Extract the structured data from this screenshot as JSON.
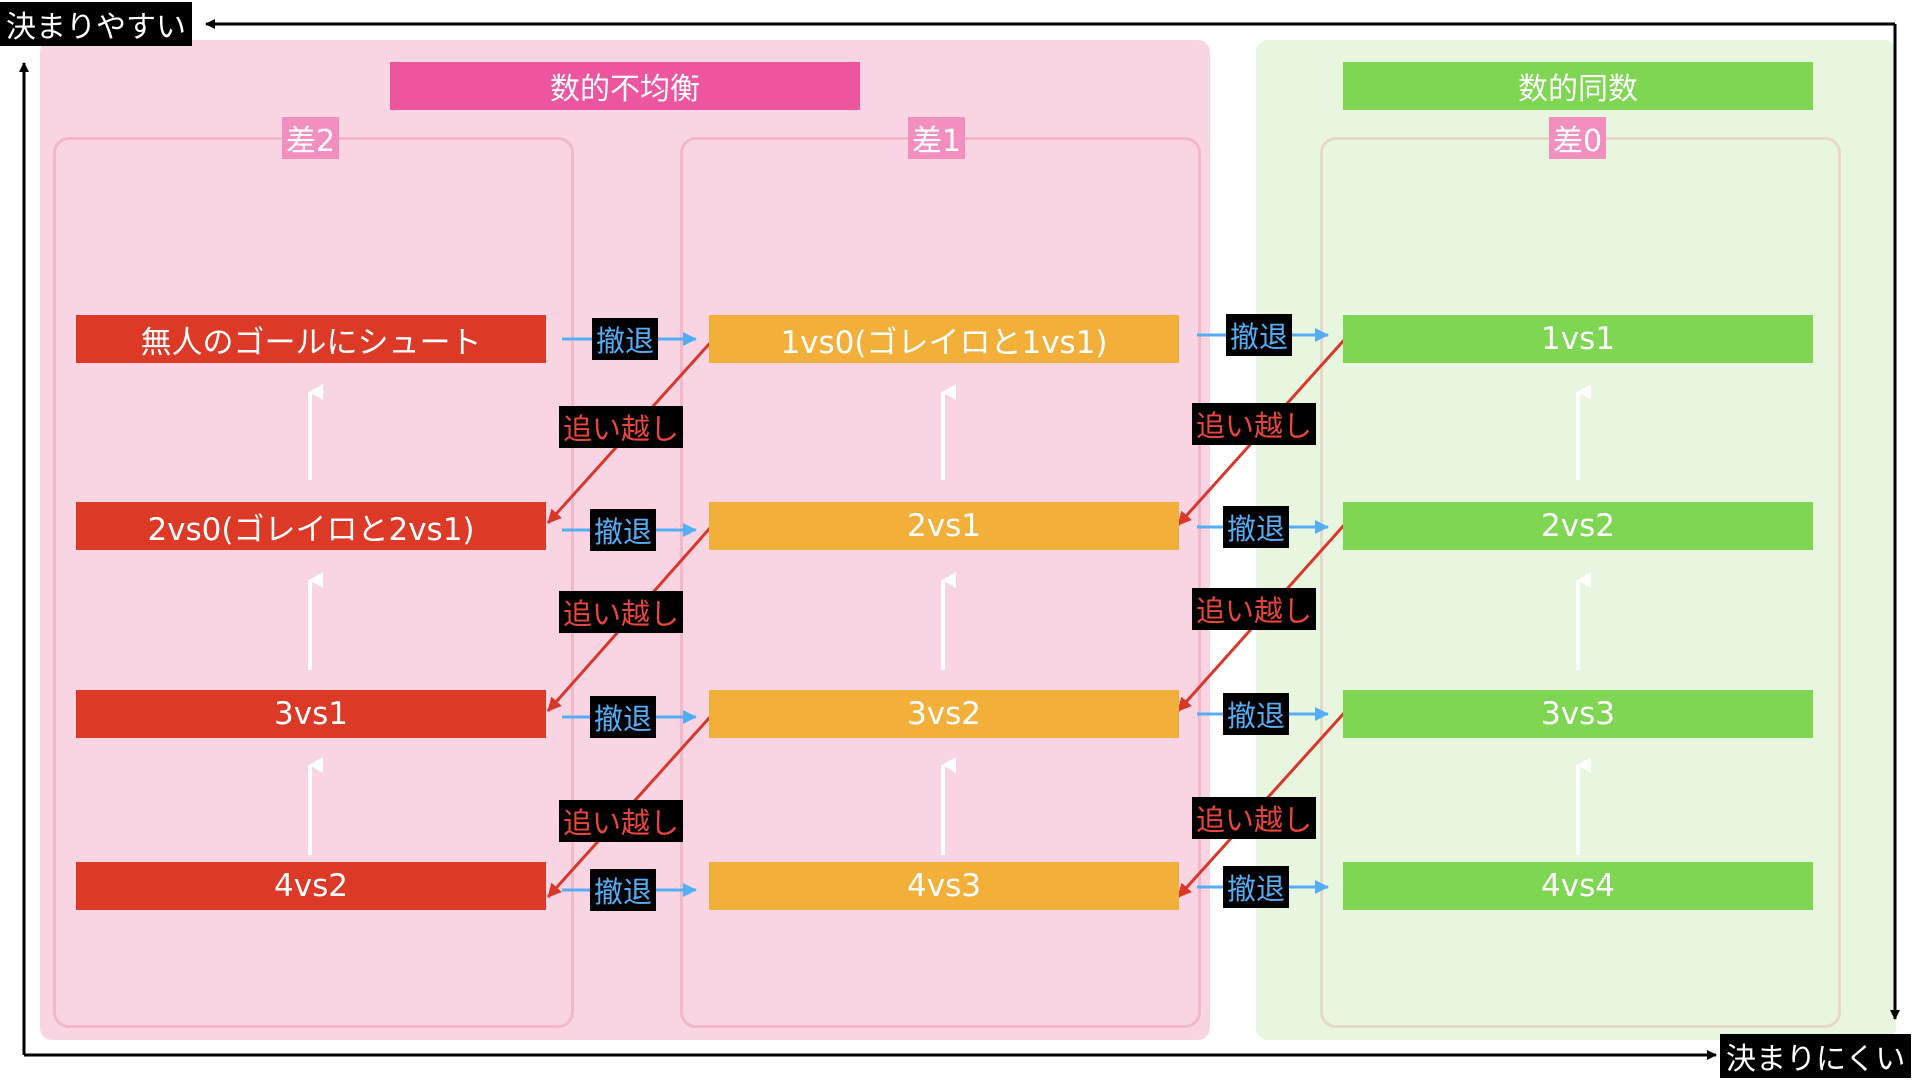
{
  "corners": {
    "top_left": "決まりやすい",
    "bottom_right": "決まりにくい"
  },
  "sections": {
    "imbalance": "数的不均衡",
    "equal": "数的同数"
  },
  "diff_labels": {
    "diff2": "差2",
    "diff1": "差1",
    "diff0": "差0"
  },
  "columns": {
    "diff2": [
      "無人のゴールにシュート",
      "2vs0(ゴレイロと2vs1)",
      "3vs1",
      "4vs2"
    ],
    "diff1": [
      "1vs0(ゴレイロと1vs1)",
      "2vs1",
      "3vs2",
      "4vs3"
    ],
    "diff0": [
      "1vs1",
      "2vs2",
      "3vs3",
      "4vs4"
    ]
  },
  "tags": {
    "retreat": "撤退",
    "overtake": "追い越し"
  },
  "colors": {
    "diff2_node": "#dc3927",
    "diff1_node": "#f2b03a",
    "diff0_node": "#7fd653",
    "imbalance_header": "#ee559f",
    "equal_header": "#7fd653",
    "retreat_arrow": "#53aef5",
    "overtake_arrow": "#d9372a",
    "panel_pink": "#f9d5e4",
    "panel_green": "#e9f6df"
  }
}
